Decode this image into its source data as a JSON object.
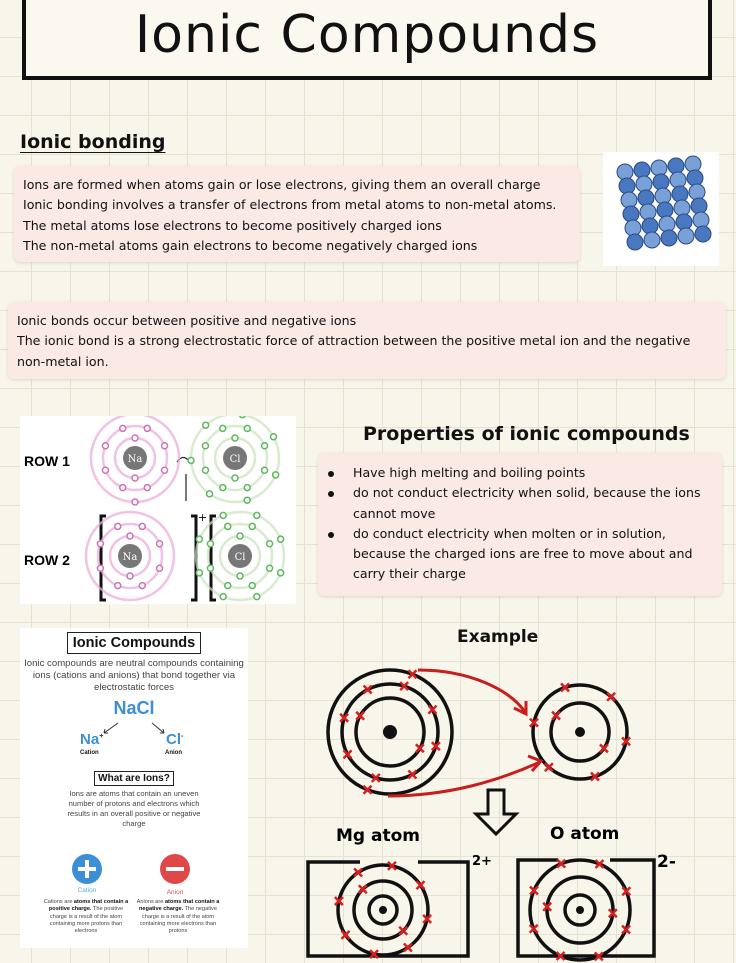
{
  "title": "Ionic Compounds",
  "ionic_bonding": {
    "heading": "Ionic bonding",
    "lines": [
      "Ions are formed when atoms gain or lose electrons, giving them an overall charge",
      "Ionic bonding involves a transfer of electrons from metal atoms to non-metal atoms.",
      "The metal atoms lose electrons to become positively charged ions",
      "The non-metal atoms gain electrons to become negatively charged ions"
    ]
  },
  "bonds": {
    "lines": [
      "Ionic bonds occur between positive and negative ions",
      "The ionic bond is a strong electrostatic force of attraction between the positive metal ion and the negative",
      "non-metal ion."
    ]
  },
  "diagram": {
    "row1": "ROW 1",
    "row2": "ROW 2",
    "na": "Na",
    "cl": "Cl",
    "plus": "+",
    "minus": "-"
  },
  "properties": {
    "heading": "Properties of ionic compounds",
    "items": [
      "Have high melting and boiling points",
      "do not conduct electricity when solid, because the ions cannot move",
      "do conduct electricity when molten or in solution, because the charged ions are free to move about and carry their charge"
    ]
  },
  "infographic": {
    "title": "Ionic Compounds",
    "desc": "Ionic compounds are neutral compounds containing ions (cations and anions) that bond together via electrostatic forces",
    "formula": "NaCl",
    "cation_symbol": "Na",
    "cation_charge": "+",
    "cation_label": "Cation",
    "anion_symbol": "Cl",
    "anion_charge": "-",
    "anion_label": "Anion",
    "subtitle": "What are Ions?",
    "ions_desc": "Ions are atoms that contain an uneven number of protons and electrons which results in an overall positive or negative charge",
    "cation_heading": "Cation",
    "anion_heading": "Anion",
    "cation_text_a": "Cations are ",
    "cation_text_b": "atoms that contain a positive charge.",
    "cation_text_c": " The positive charge is a result of the atom containing more protons than electrons",
    "anion_text_a": "Anions are ",
    "anion_text_b": "atoms that contain a negative charge.",
    "anion_text_c": " The negative charge is a result of the atom containing more electrons than protons",
    "colors": {
      "blue": "#3b8fd6",
      "red": "#e04848"
    }
  },
  "example": {
    "heading": "Example",
    "mg_label": "Mg atom",
    "o_label": "O atom",
    "mg_charge": "2+",
    "o_charge": "2-"
  }
}
